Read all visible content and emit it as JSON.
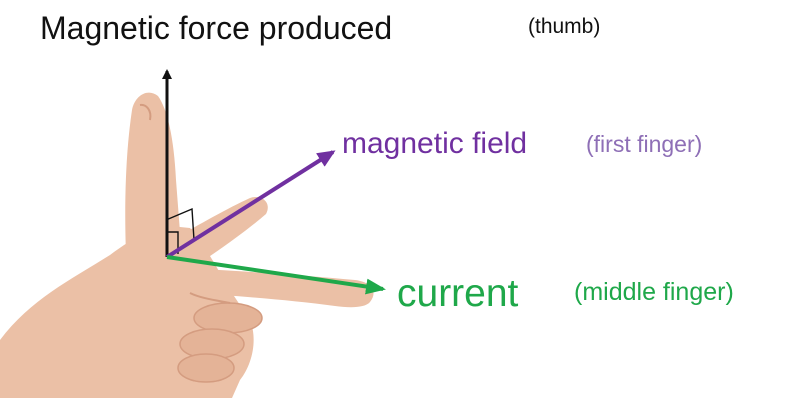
{
  "labels": {
    "force": "Magnetic force produced",
    "thumb": "(thumb)",
    "field": "magnetic field",
    "first_finger": "(first finger)",
    "current": "current",
    "middle_finger": "(middle finger)"
  },
  "colors": {
    "force_arrow": "#111111",
    "field": "#7030a0",
    "first_finger": "#8e6fb6",
    "current": "#1fa84a",
    "skin": "#ebc0a6",
    "skin_shadow": "#d49c80"
  },
  "icons": {
    "hand": "left-hand-illustration",
    "right_angle": "right-angle-marker"
  }
}
